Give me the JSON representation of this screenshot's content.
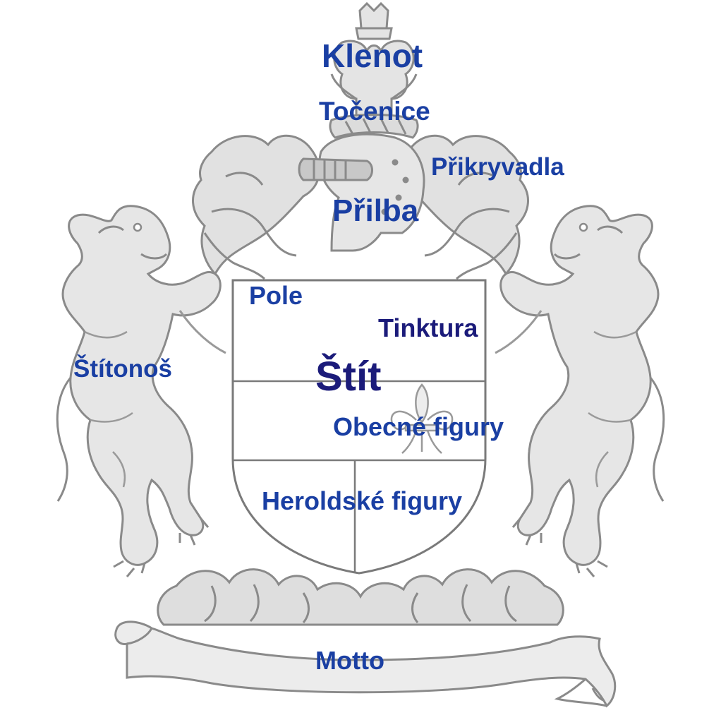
{
  "labels": {
    "klenot": "Klenot",
    "tocenice": "Točenice",
    "prikryvadla": "Přikryvadla",
    "prilba": "Přilba",
    "pole": "Pole",
    "tinktura": "Tinktura",
    "stitonos": "Štítonoš",
    "stit": "Štít",
    "obecne_figury": "Obecné figury",
    "heroldske_figury": "Heroldské figury",
    "motto": "Motto"
  },
  "colors": {
    "label_blue": "#1a3fa3",
    "label_navy": "#1b1b7a",
    "line_art": "#8a8a8a",
    "fill_art": "#e3e3e3"
  }
}
